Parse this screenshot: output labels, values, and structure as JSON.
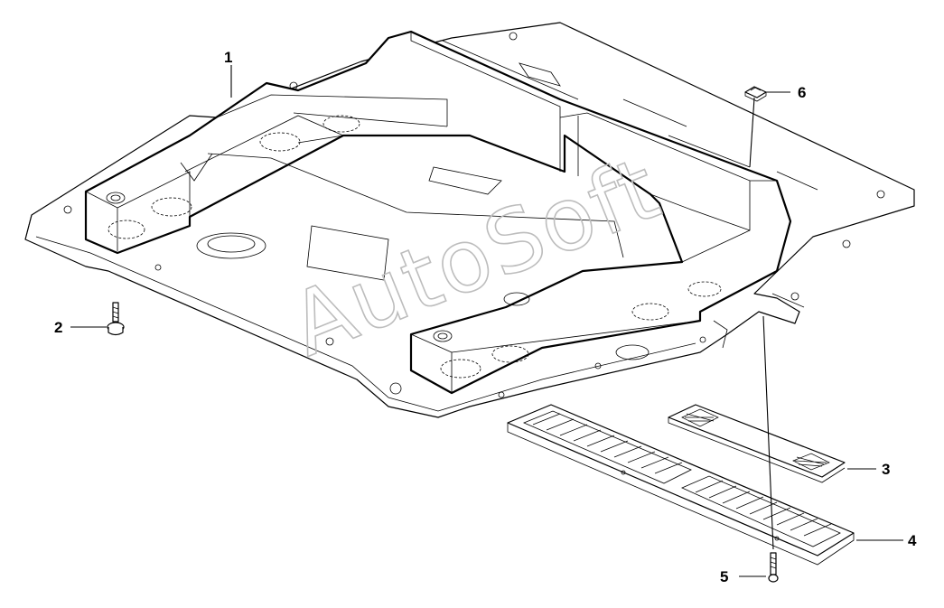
{
  "callouts": {
    "c1": "1",
    "c2": "2",
    "c3": "3",
    "c4": "4",
    "c5": "5",
    "c6": "6"
  },
  "watermark": "AutoSoft"
}
